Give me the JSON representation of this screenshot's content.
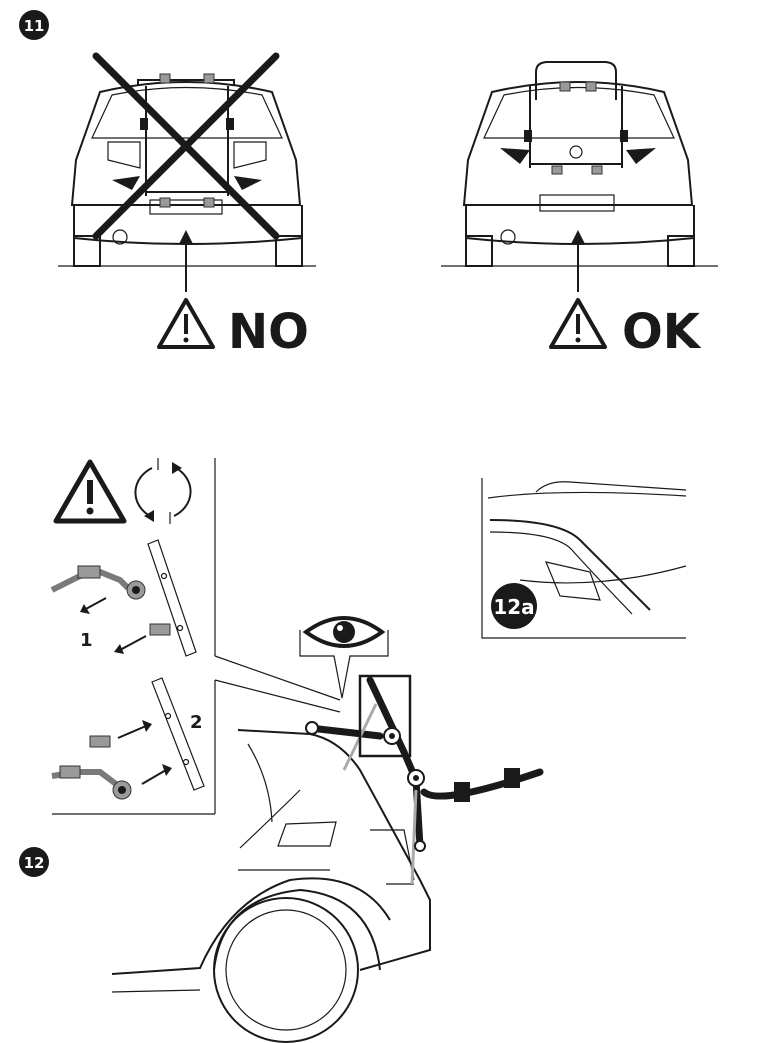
{
  "figure11": {
    "badge": "11",
    "left_panel": {
      "verdict": "NO"
    },
    "right_panel": {
      "verdict": "OK"
    }
  },
  "figure12": {
    "badge": "12",
    "inset_badge": "12a",
    "step_1": "1",
    "step_2": "2"
  },
  "colors": {
    "ink": "#1a1a1a",
    "rack_gray": "#9a9a9a",
    "badge_bg": "#1a1a1a"
  },
  "icons": [
    "warning-triangle-icon",
    "rotate-cycle-icon",
    "eye-icon",
    "down-arrow-icon",
    "x-cross-icon"
  ]
}
